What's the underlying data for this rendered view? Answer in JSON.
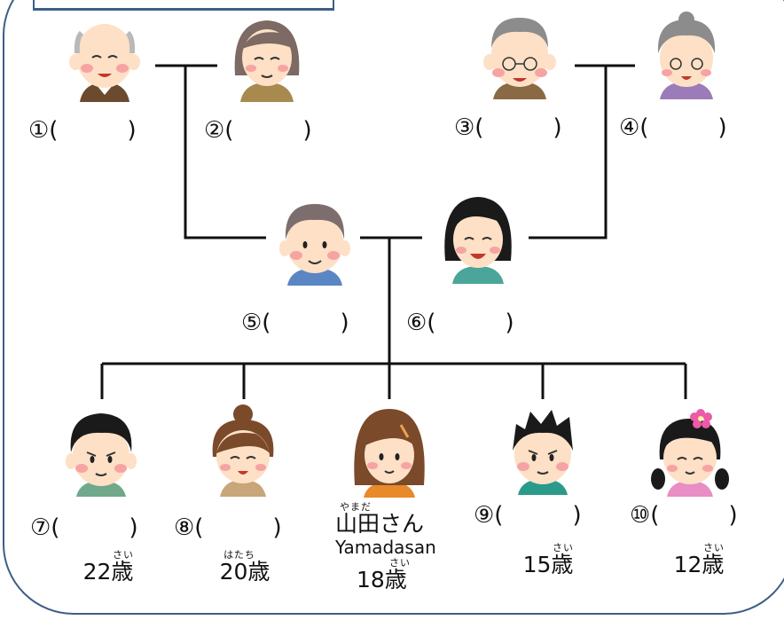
{
  "people": {
    "p1": {
      "label": "①(　　　)"
    },
    "p2": {
      "label": "②(　　　)"
    },
    "p3": {
      "label": "③(　　　)"
    },
    "p4": {
      "label": "④(　　　)"
    },
    "p5": {
      "label": "⑤(　　　)"
    },
    "p6": {
      "label": "⑥(　　　)"
    },
    "p7": {
      "label": "⑦(　　　)",
      "ruby": "さい",
      "age": "22歳"
    },
    "p8": {
      "label": "⑧(　　　)",
      "ruby": "はたち",
      "age": "20歳"
    },
    "self": {
      "ruby": "やまだ",
      "name": "山田さん",
      "romaji": "Yamadasan",
      "ruby_age": "さい",
      "age": "18歳"
    },
    "p9": {
      "label": "⑨(　　　)",
      "ruby": "さい",
      "age": "15歳"
    },
    "p10": {
      "label": "⑩(　　　)",
      "ruby": "さい",
      "age": "12歳"
    }
  },
  "colors": {
    "frame": "#3c5f86",
    "line": "#111111",
    "skin": "#fde0c5",
    "cheek": "#f7a3a3",
    "hair_black": "#1a1a1a",
    "hair_brown": "#7a4a2a",
    "hair_gray": "#8c8c8c"
  },
  "icons": [
    "grandfather-icon",
    "grandmother-icon",
    "grandfather-glasses-icon",
    "grandmother-glasses-icon",
    "father-icon",
    "mother-icon",
    "boy-icon",
    "girl-bun-icon",
    "girl-long-hair-icon",
    "boy-spiky-icon",
    "girl-flower-icon"
  ]
}
